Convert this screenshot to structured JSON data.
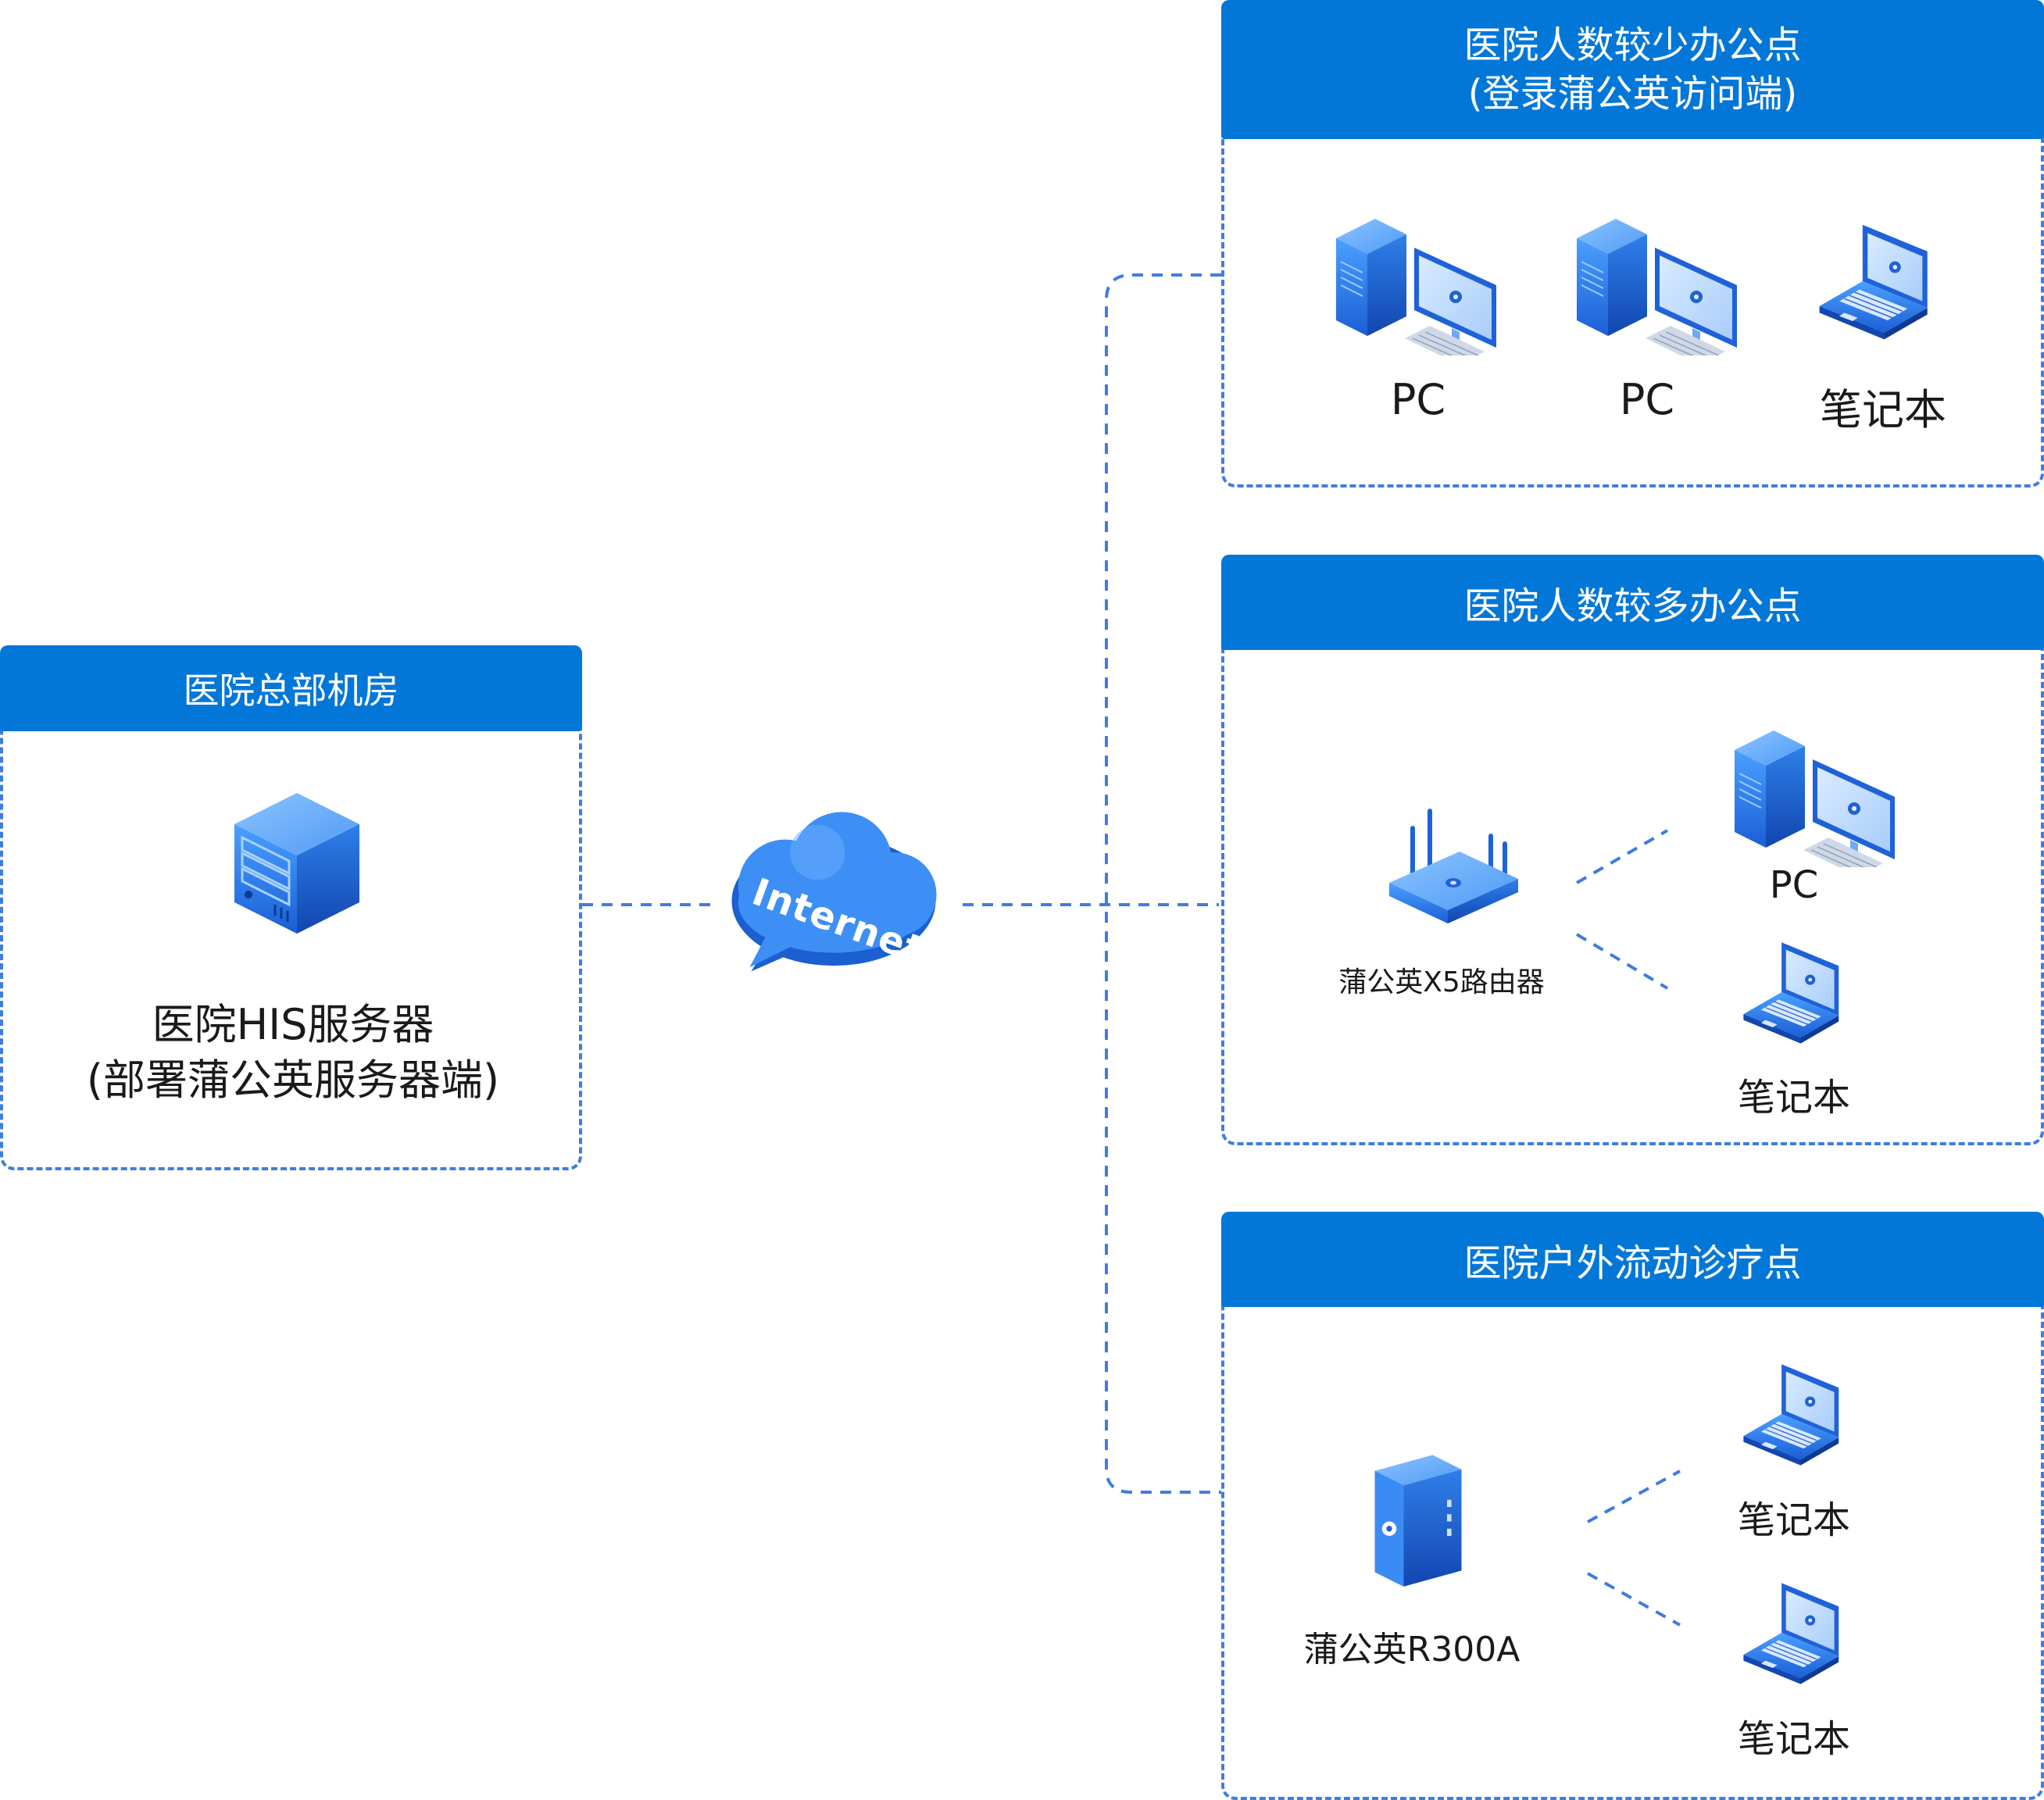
{
  "hq": {
    "title": "医院总部机房",
    "server_line1": "医院HIS服务器",
    "server_line2": "(部署蒲公英服务器端)"
  },
  "cloud": {
    "text": "Internet"
  },
  "site_small": {
    "title_line1": "医院人数较少办公点",
    "title_line2": "(登录蒲公英访问端)",
    "devices": [
      {
        "label": "PC",
        "icon": "desktop-pc-icon"
      },
      {
        "label": "PC",
        "icon": "desktop-pc-icon"
      },
      {
        "label": "笔记本",
        "icon": "laptop-icon"
      }
    ]
  },
  "site_large": {
    "title": "医院人数较多办公点",
    "router_label": "蒲公英X5路由器",
    "devices": [
      {
        "label": "PC",
        "icon": "desktop-pc-icon"
      },
      {
        "label": "笔记本",
        "icon": "laptop-icon"
      }
    ]
  },
  "site_mobile": {
    "title": "医院户外流动诊疗点",
    "box_label": "蒲公英R300A",
    "devices": [
      {
        "label": "笔记本",
        "icon": "laptop-icon"
      },
      {
        "label": "笔记本",
        "icon": "laptop-icon"
      }
    ]
  },
  "colors": {
    "accent": "#0277d8",
    "dashed_line": "#3f7ce0",
    "device_blue": "#1e6fe0"
  }
}
